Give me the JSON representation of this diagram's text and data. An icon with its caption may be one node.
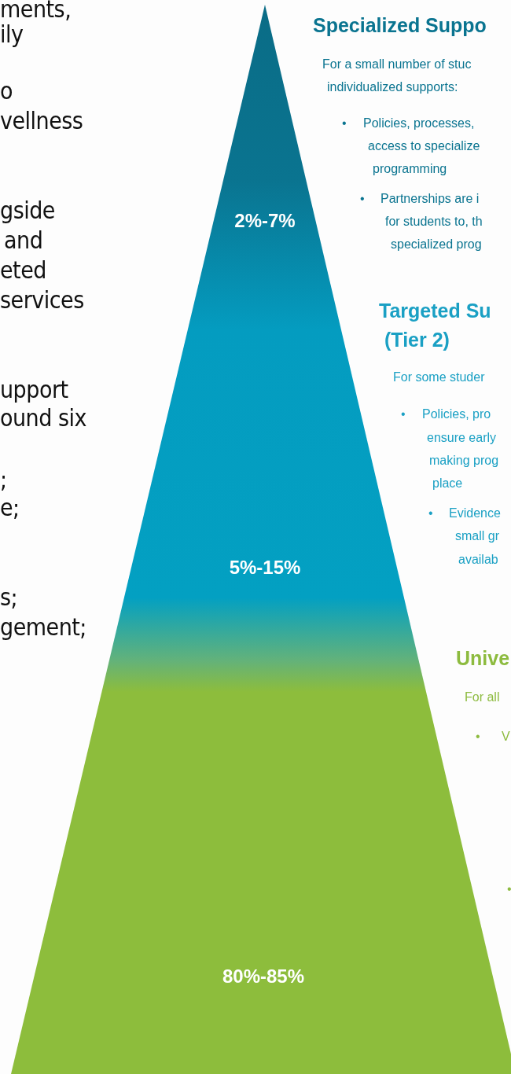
{
  "diagram": {
    "nodes": [
      {
        "text": [
          "2%-7%",
          "5%-15%",
          "80%-85%"
        ]
      }
    ],
    "labels": [
      "ments,",
      "ily",
      "o",
      "vellness",
      "gside",
      "and",
      "eted",
      "services",
      "upport",
      "ound six",
      ";",
      "e;",
      "s;",
      "gement;",
      "Specialized Suppo",
      "For a small number of stuc",
      "individualized supports:",
      "•",
      "Policies, processes,",
      "access to specialize",
      "programming",
      "•",
      "Partnerships are i",
      "for students to, th",
      "specialized prog",
      "Targeted Su",
      "(Tier 2)",
      "For some studer",
      "•",
      "Policies, pro",
      "ensure early",
      "making prog",
      "place",
      "•",
      "Evidence",
      "small gr",
      "availab",
      "Unive",
      "For all",
      "•",
      "V",
      "•"
    ]
  }
}
